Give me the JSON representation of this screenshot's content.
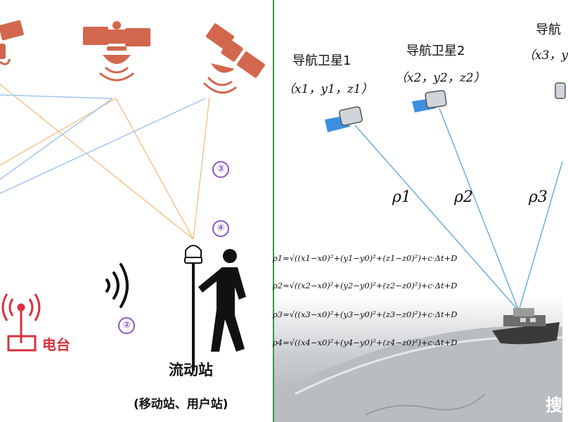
{
  "left": {
    "station_label": "流动站",
    "station_sub": "(移动站、用户站)",
    "radio_label": "电台",
    "markers": [
      "③",
      "④",
      "②"
    ]
  },
  "right": {
    "sat1_name": "导航卫星1",
    "sat1_coord": "（x1，y1，z1）",
    "sat2_name": "导航卫星2",
    "sat2_coord": "（x2，y2，z2）",
    "sat3_name": "导航",
    "sat3_coord": "（x3，y",
    "rho1": "ρ1",
    "rho2": "ρ2",
    "rho3": "ρ3",
    "formulas": [
      "ρ1=√((x1−x0)²+(y1−y0)²+(z1−z0)²)+c·Δt+D",
      "ρ2=√((x2−x0)²+(y2−y0)²+(z2−z0)²)+c·Δt+D",
      "ρ3=√((x3−x0)²+(y3−y0)²+(z3−z0)²)+c·Δt+D",
      "ρ4=√((x4−x0)²+(y4−y0)²+(z4−z0)²)+c·Δt+D"
    ],
    "watermark": "搜"
  },
  "colors": {
    "satellite": "#d2674e",
    "line_orange": "#f4c48f",
    "line_blue": "#9fc6ee",
    "radio": "#d9303c",
    "marker": "#8a56c6",
    "ray": "#6aaee0",
    "divider": "#2f9a4f"
  }
}
